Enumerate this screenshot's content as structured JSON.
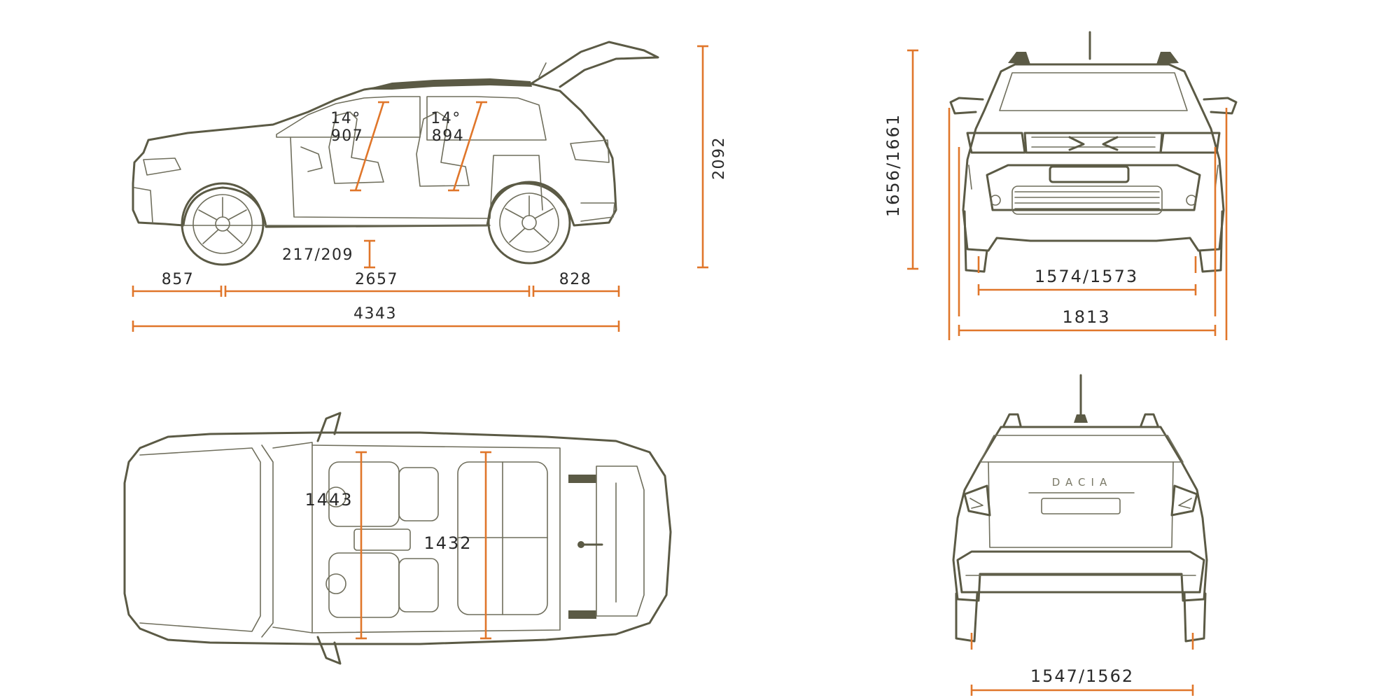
{
  "side_view": {
    "seat_angle_front": "14°",
    "headroom_front": "907",
    "seat_angle_rear": "14°",
    "headroom_rear": "894",
    "ground_clearance": "217/209",
    "front_overhang": "857",
    "wheelbase": "2657",
    "rear_overhang": "828",
    "overall_length": "4343",
    "height_tailgate_open": "2092"
  },
  "front_view": {
    "height": "1656/1661",
    "front_track": "1574/1573",
    "width": "1813"
  },
  "top_view": {
    "front_elbow_width": "1443",
    "rear_elbow_width": "1432"
  },
  "rear_view": {
    "brand_name": "DACIA",
    "rear_track": "1547/1562"
  },
  "colors": {
    "dimension_line": "#e0762a",
    "vehicle_outline": "#5b5a45",
    "label_text": "#2a2a2a"
  }
}
